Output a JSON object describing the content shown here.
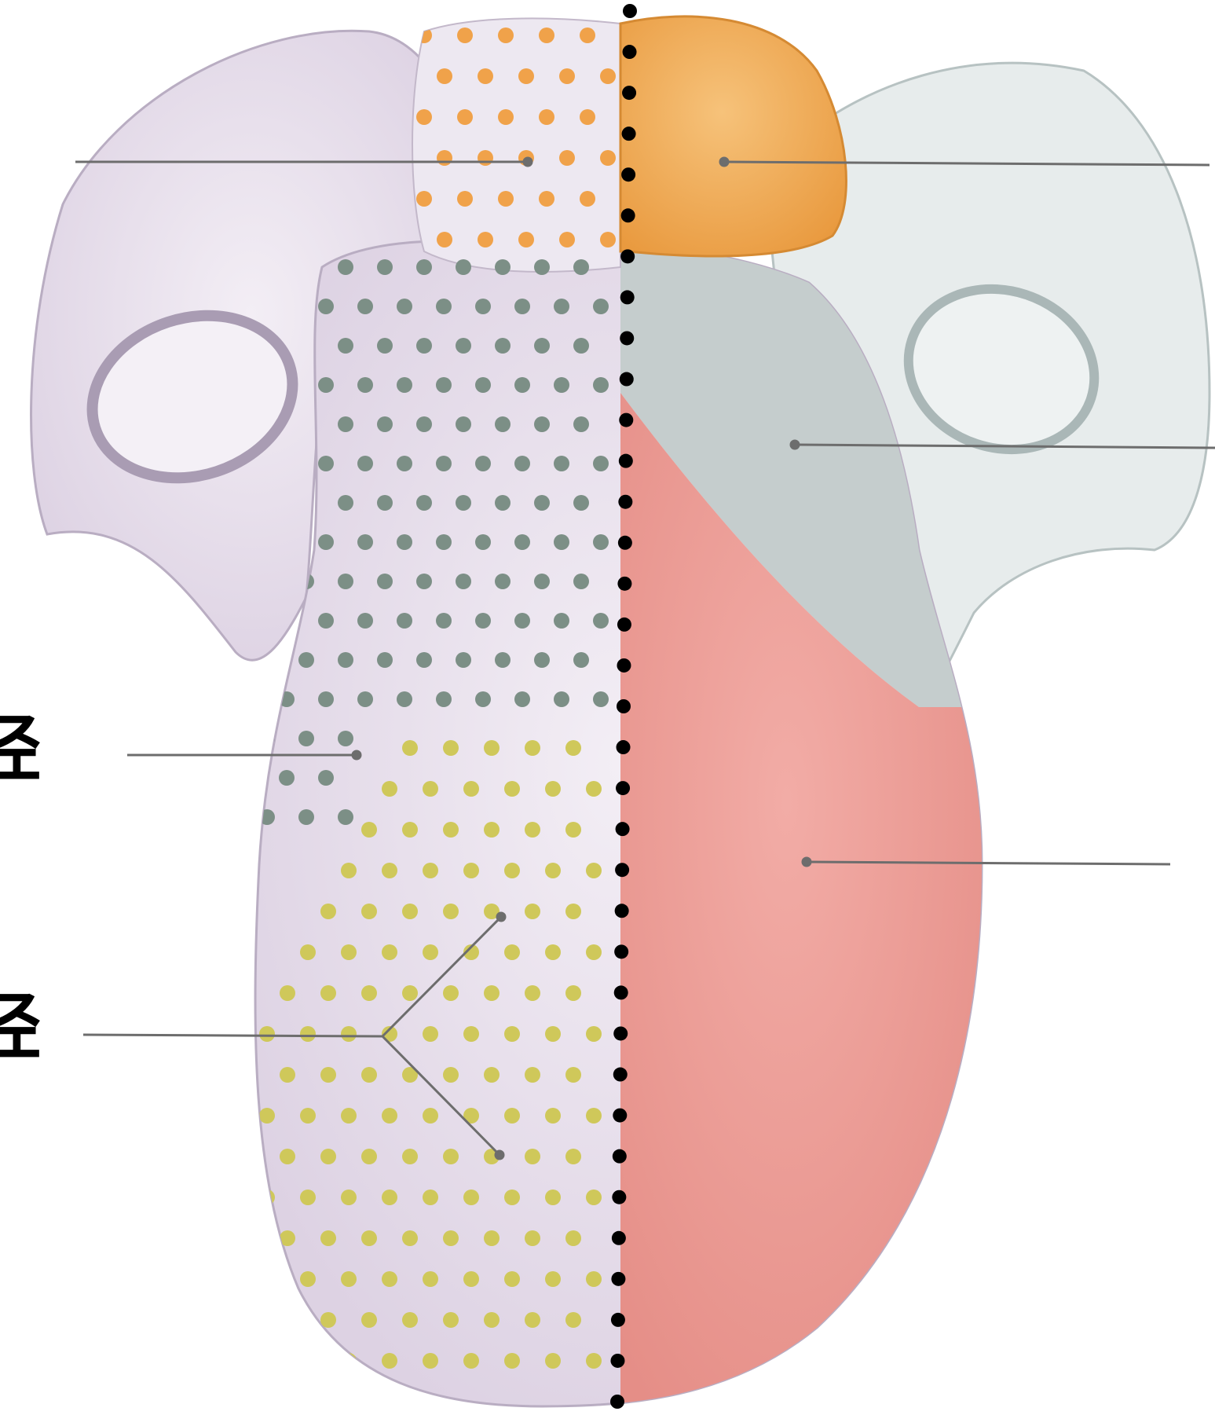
{
  "diagram": {
    "subject": "tongue-innervation",
    "edge_glyphs": [
      "经",
      "经"
    ],
    "colors": {
      "background": "#ffffff",
      "tissue_base": "#ece5ef",
      "tissue_shadow": "#cfc4d6",
      "right_pharynx": "#e5eaea",
      "epiglottis_right": "#f0ab55",
      "dots_epiglottis": "#f0a24a",
      "posterior_region": "#c2cbcb",
      "dots_posterior": "#7c8f86",
      "anterior_region": "#ee9d96",
      "dots_anterior": "#cfc85a",
      "leader_line": "#6d6d6d",
      "midline_dots": "#000000"
    }
  }
}
